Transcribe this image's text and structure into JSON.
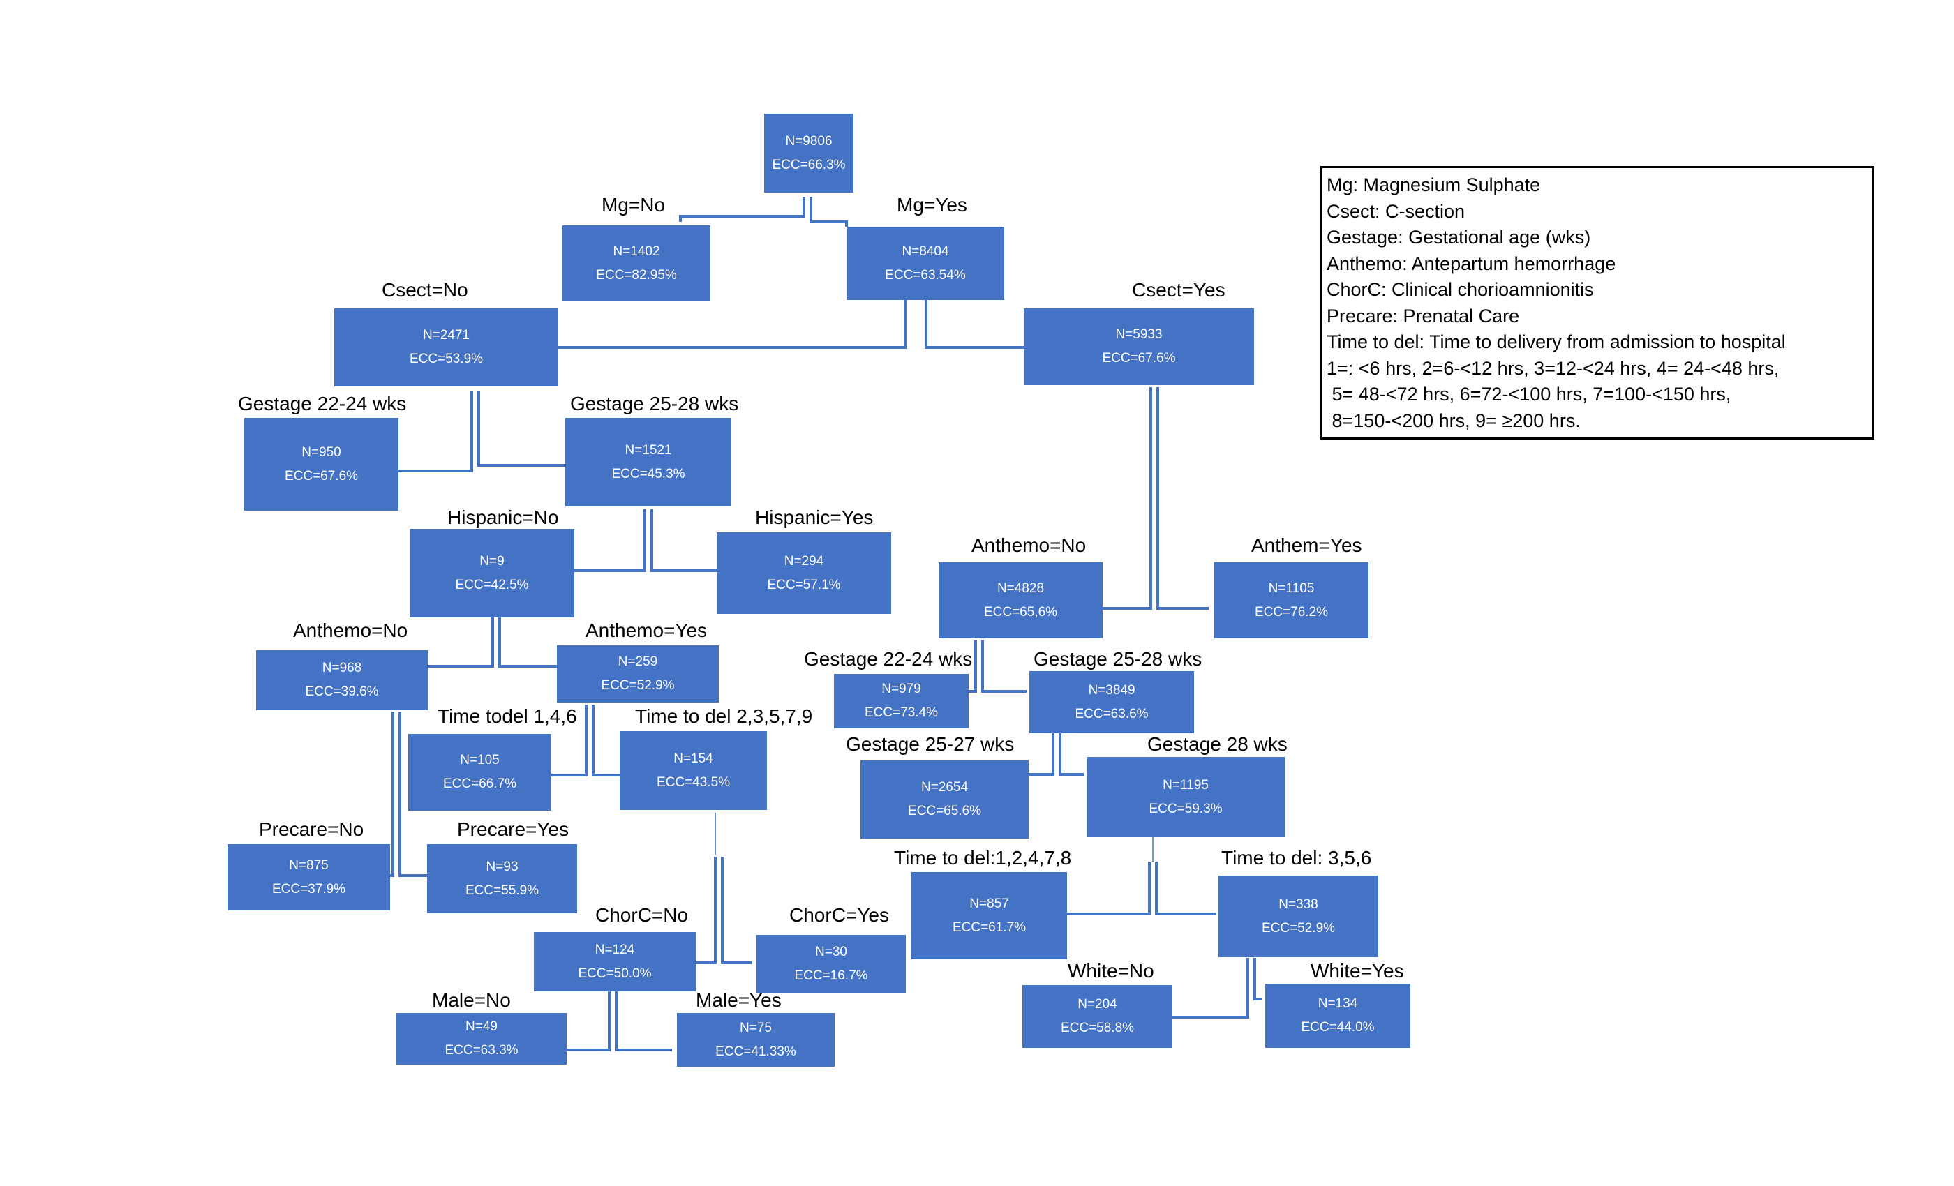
{
  "nodes": [
    {
      "id": "root",
      "n": "N=9806",
      "ecc": "ECC=66.3%"
    },
    {
      "id": "mg-no",
      "n": "N=1402",
      "ecc": "ECC=82.95%"
    },
    {
      "id": "mg-yes",
      "n": "N=8404",
      "ecc": "ECC=63.54%"
    },
    {
      "id": "csect-no",
      "n": "N=2471",
      "ecc": "ECC=53.9%"
    },
    {
      "id": "csect-yes",
      "n": "N=5933",
      "ecc": "ECC=67.6%"
    },
    {
      "id": "gestage-22-24-a",
      "n": "N=950",
      "ecc": "ECC=67.6%"
    },
    {
      "id": "gestage-25-28-a",
      "n": "N=1521",
      "ecc": "ECC=45.3%"
    },
    {
      "id": "hispanic-no",
      "n": "N=9",
      "ecc": "ECC=42.5%"
    },
    {
      "id": "hispanic-yes",
      "n": "N=294",
      "ecc": "ECC=57.1%"
    },
    {
      "id": "anthemo-no-a",
      "n": "N=968",
      "ecc": "ECC=39.6%"
    },
    {
      "id": "anthemo-yes-a",
      "n": "N=259",
      "ecc": "ECC=52.9%"
    },
    {
      "id": "time-146",
      "n": "N=105",
      "ecc": "ECC=66.7%"
    },
    {
      "id": "time-23579",
      "n": "N=154",
      "ecc": "ECC=43.5%"
    },
    {
      "id": "precare-no",
      "n": "N=875",
      "ecc": "ECC=37.9%"
    },
    {
      "id": "precare-yes",
      "n": "N=93",
      "ecc": "ECC=55.9%"
    },
    {
      "id": "chorc-no",
      "n": "N=124",
      "ecc": "ECC=50.0%"
    },
    {
      "id": "chorc-yes",
      "n": "N=30",
      "ecc": "ECC=16.7%"
    },
    {
      "id": "male-no",
      "n": "N=49",
      "ecc": "ECC=63.3%"
    },
    {
      "id": "male-yes",
      "n": "N=75",
      "ecc": "ECC=41.33%"
    },
    {
      "id": "anthemo-no-b",
      "n": "N=4828",
      "ecc": "ECC=65,6%"
    },
    {
      "id": "anthem-yes-b",
      "n": "N=1105",
      "ecc": "ECC=76.2%"
    },
    {
      "id": "gestage-22-24-b",
      "n": "N=979",
      "ecc": "ECC=73.4%"
    },
    {
      "id": "gestage-25-28-b",
      "n": "N=3849",
      "ecc": "ECC=63.6%"
    },
    {
      "id": "gestage-25-27",
      "n": "N=2654",
      "ecc": "ECC=65.6%"
    },
    {
      "id": "gestage-28",
      "n": "N=1195",
      "ecc": "ECC=59.3%"
    },
    {
      "id": "time-12478",
      "n": "N=857",
      "ecc": "ECC=61.7%"
    },
    {
      "id": "time-356",
      "n": "N=338",
      "ecc": "ECC=52.9%"
    },
    {
      "id": "white-no",
      "n": "N=204",
      "ecc": "ECC=58.8%"
    },
    {
      "id": "white-yes",
      "n": "N=134",
      "ecc": "ECC=44.0%"
    }
  ],
  "labels": [
    {
      "id": "mg-no",
      "text": "Mg=No"
    },
    {
      "id": "mg-yes",
      "text": "Mg=Yes"
    },
    {
      "id": "csect-no",
      "text": "Csect=No"
    },
    {
      "id": "csect-yes",
      "text": "Csect=Yes"
    },
    {
      "id": "gestage-22-24-a",
      "text": "Gestage 22-24 wks"
    },
    {
      "id": "gestage-25-28-a",
      "text": "Gestage 25-28 wks"
    },
    {
      "id": "hispanic-no",
      "text": "Hispanic=No"
    },
    {
      "id": "hispanic-yes",
      "text": "Hispanic=Yes"
    },
    {
      "id": "anthemo-no-a",
      "text": "Anthemo=No"
    },
    {
      "id": "anthemo-yes-a",
      "text": "Anthemo=Yes"
    },
    {
      "id": "time-146",
      "text": "Time todel 1,4,6"
    },
    {
      "id": "time-23579",
      "text": "Time to del 2,3,5,7,9"
    },
    {
      "id": "precare-no",
      "text": "Precare=No"
    },
    {
      "id": "precare-yes",
      "text": "Precare=Yes"
    },
    {
      "id": "chorc-no",
      "text": "ChorC=No"
    },
    {
      "id": "chorc-yes",
      "text": "ChorC=Yes"
    },
    {
      "id": "male-no",
      "text": "Male=No"
    },
    {
      "id": "male-yes",
      "text": "Male=Yes"
    },
    {
      "id": "anthemo-no-b",
      "text": "Anthemo=No"
    },
    {
      "id": "anthem-yes-b",
      "text": "Anthem=Yes"
    },
    {
      "id": "gestage-22-24-b",
      "text": "Gestage 22-24 wks"
    },
    {
      "id": "gestage-25-28-b",
      "text": "Gestage 25-28 wks"
    },
    {
      "id": "gestage-25-27",
      "text": "Gestage 25-27 wks"
    },
    {
      "id": "gestage-28",
      "text": "Gestage 28 wks"
    },
    {
      "id": "time-12478",
      "text": "Time to del:1,2,4,7,8"
    },
    {
      "id": "time-356",
      "text": "Time to del: 3,5,6"
    },
    {
      "id": "white-no",
      "text": "White=No"
    },
    {
      "id": "white-yes",
      "text": "White=Yes"
    }
  ],
  "legend": [
    "Mg: Magnesium Sulphate",
    "Csect: C-section",
    "Gestage: Gestational age (wks)",
    "Anthemo: Antepartum hemorrhage",
    "ChorC: Clinical chorioamnionitis",
    "Precare: Prenatal Care",
    "Time to del: Time to delivery from admission to hospital",
    "1=: <6 hrs, 2=6-<12 hrs, 3=12-<24 hrs, 4= 24-<48 hrs,",
    " 5= 48-<72 hrs, 6=72-<100 hrs, 7=100-<150 hrs,",
    " 8=150-<200 hrs, 9= ≥200 hrs."
  ],
  "colors": {
    "node_fill": "#4472C4",
    "node_text": "#FFFFFF",
    "connector": "#4472C4",
    "text": "#000000"
  }
}
